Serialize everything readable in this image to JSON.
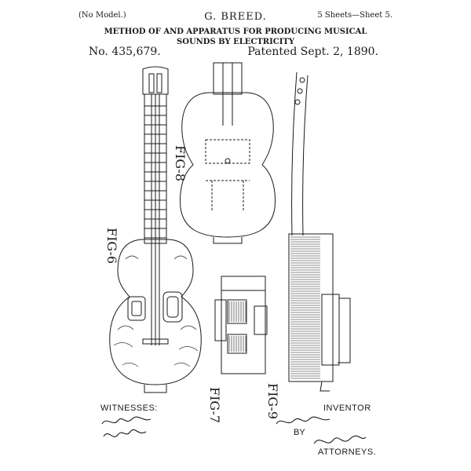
{
  "header": {
    "no_model": "(No Model.)",
    "inventor_name": "G. BREED.",
    "sheets": "5 Sheets—Sheet 5.",
    "title": "METHOD OF AND APPARATUS FOR PRODUCING MUSICAL SOUNDS BY ELECTRICITY",
    "patent_number": "No. 435,679.",
    "patent_date": "Patented Sept. 2, 1890."
  },
  "figures": {
    "fig6": "FIG-6",
    "fig7": "FIG-7",
    "fig8": "FIG-8",
    "fig9": "FIG-9"
  },
  "footer": {
    "witnesses": "WITNESSES:",
    "inventor": "INVENTOR",
    "by": "BY",
    "attorneys": "ATTORNEYS."
  },
  "colors": {
    "ink": "#1a1a1a",
    "paper": "#ffffff"
  }
}
